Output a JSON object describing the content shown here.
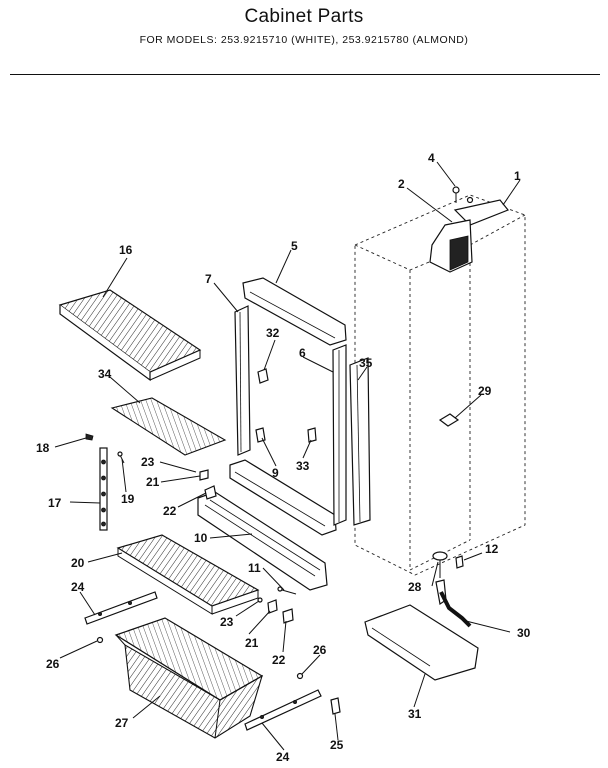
{
  "header": {
    "title": "Cabinet Parts",
    "subtitle": "FOR MODELS: 253.9215710 (WHITE), 253.9215780 (ALMOND)"
  },
  "callouts": {
    "c1": "1",
    "c2": "2",
    "c4": "4",
    "c5": "5",
    "c6": "6",
    "c7": "7",
    "c9": "9",
    "c10": "10",
    "c11": "11",
    "c12": "12",
    "c16": "16",
    "c17": "17",
    "c18": "18",
    "c19": "19",
    "c20": "20",
    "c21a": "21",
    "c21b": "21",
    "c22a": "22",
    "c22b": "22",
    "c23a": "23",
    "c23b": "23",
    "c24a": "24",
    "c24b": "24",
    "c25": "25",
    "c26a": "26",
    "c26b": "26",
    "c27": "27",
    "c28": "28",
    "c29": "29",
    "c30": "30",
    "c31": "31",
    "c32": "32",
    "c33": "33",
    "c34": "34",
    "c35": "35"
  }
}
